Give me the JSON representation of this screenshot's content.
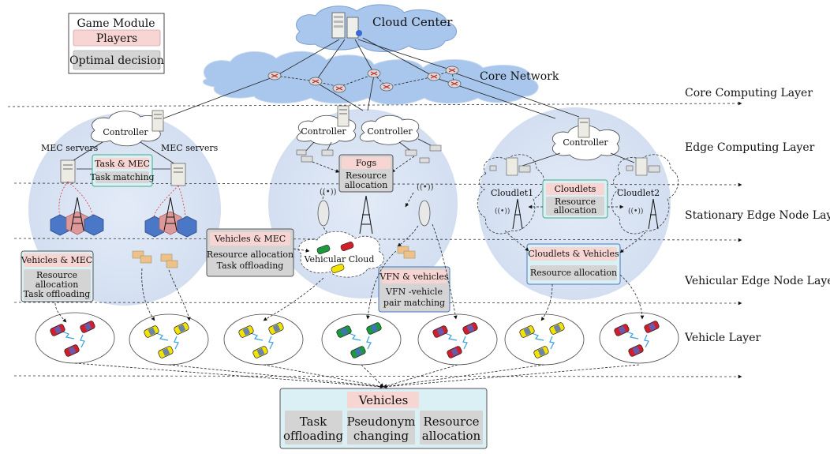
{
  "legend": {
    "title": "Game Module",
    "players": "Players",
    "decision": "Optimal decision"
  },
  "cloud_center": "Cloud Center",
  "core_network": "Core Network",
  "layers": {
    "core": "Core  Computing Layer",
    "edge": "Edge Computing Layer",
    "stationary": "Stationary Edge Node Layer",
    "vehicular": "Vehicular Edge Node Layer",
    "vehicle": "Vehicle  Layer"
  },
  "mec": {
    "controller": "Controller",
    "servers_left": "MEC servers",
    "servers_right": "MEC servers",
    "box_players": "Task & MEC",
    "box_decision": "Task matching"
  },
  "left_box": {
    "players": "Vehicles & MEC",
    "decision_lines": [
      "Resource",
      "allocation",
      "Task offloading"
    ]
  },
  "mid_box": {
    "players": "Vehicles & MEC",
    "decision_lines": [
      "Resource allocation",
      "Task offloading"
    ]
  },
  "fog": {
    "controller_left": "Controller",
    "controller_right": "Controller",
    "box_players": "Fogs",
    "box_decision_lines": [
      "Resource",
      "allocation"
    ],
    "vehicular_cloud": "Vehicular Cloud"
  },
  "vfn_box": {
    "players": "VFN & vehicles",
    "decision_lines": [
      "VFN -vehicle",
      "pair matching"
    ]
  },
  "cloudlet": {
    "controller": "Controller",
    "cloudlet1": "Cloudlet1",
    "cloudlet2": "Cloudlet2",
    "box_players": "Cloudlets",
    "box_decision_lines": [
      "Resource",
      "allocation"
    ],
    "cv_players": "Cloudlets & Vehicles",
    "cv_decision": "Resource allocation"
  },
  "bottom": {
    "players": "Vehicles",
    "items": [
      {
        "lines": [
          "Task",
          "offloading"
        ]
      },
      {
        "lines": [
          "Pseudonym",
          "changing"
        ]
      },
      {
        "lines": [
          "Resource",
          "allocation"
        ]
      }
    ]
  },
  "colors": {
    "players_fill": "#f6d5d3",
    "decision_fill": "#d4d4d4",
    "zone_fill": "#dbe5f4",
    "cyan_box": "#dbf0f4",
    "cloud_blue": "#a9c6ec",
    "car_red": "#d21e2b",
    "car_yellow": "#f4e300",
    "car_green": "#1a9a3a"
  }
}
